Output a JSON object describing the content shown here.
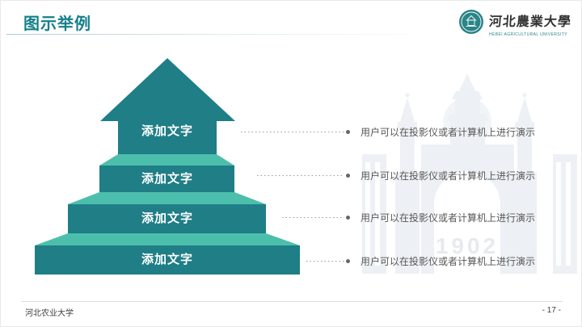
{
  "slide": {
    "title": "图示举例",
    "footer_left": "河北农业大学",
    "page_number": "- 17 -"
  },
  "logo": {
    "cn_name": "河北農業大學",
    "en_words": [
      "HEBEI",
      "AGRICULTURAL",
      "UNIVERSITY"
    ]
  },
  "watermark": {
    "year": "1902"
  },
  "diagram": {
    "tiers": [
      {
        "label": "添加文字",
        "desc": "用户可以在投影仪或者计算机上进行演示"
      },
      {
        "label": "添加文字",
        "desc": "用户可以在投影仪或者计算机上进行演示"
      },
      {
        "label": "添加文字",
        "desc": "用户可以在投影仪或者计算机上进行演示"
      },
      {
        "label": "添加文字",
        "desc": "用户可以在投影仪或者计算机上进行演示"
      }
    ]
  },
  "colors": {
    "dark_teal": "#1f7e86",
    "light_teal": "#4cbfac",
    "title_teal": "#16808a"
  }
}
